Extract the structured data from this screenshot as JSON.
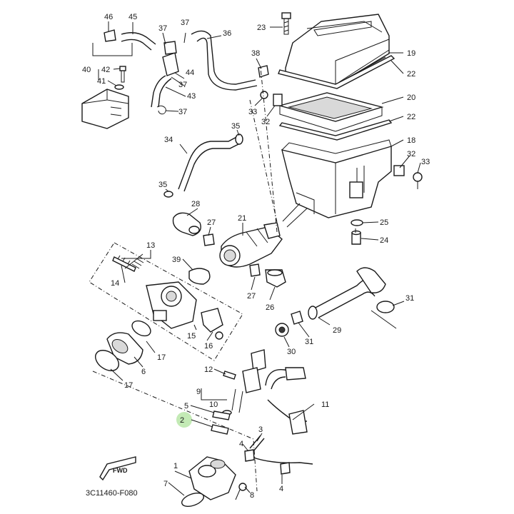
{
  "diagram_code": "3C11460-F080",
  "fwd_label": "FWD",
  "highlight_color": "#b8e6a8",
  "labels": {
    "n1": "1",
    "n2": "2",
    "n3": "3",
    "n4a": "4",
    "n4b": "4",
    "n5": "5",
    "n6": "6",
    "n7": "7",
    "n8": "8",
    "n9": "9",
    "n10": "10",
    "n11": "11",
    "n12": "12",
    "n13": "13",
    "n14": "14",
    "n15": "15",
    "n16": "16",
    "n17a": "17",
    "n17b": "17",
    "n18": "18",
    "n19": "19",
    "n20": "20",
    "n21": "21",
    "n22a": "22",
    "n22b": "22",
    "n23": "23",
    "n24": "24",
    "n25": "25",
    "n26": "26",
    "n27a": "27",
    "n27b": "27",
    "n28": "28",
    "n29": "29",
    "n30": "30",
    "n31a": "31",
    "n31b": "31",
    "n32a": "32",
    "n32b": "32",
    "n33a": "33",
    "n33b": "33",
    "n34": "34",
    "n35a": "35",
    "n35b": "35",
    "n36": "36",
    "n37a": "37",
    "n37b": "37",
    "n37c": "37",
    "n37d": "37",
    "n38": "38",
    "n39": "39",
    "n40": "40",
    "n41": "41",
    "n42": "42",
    "n43": "43",
    "n44": "44",
    "n45": "45",
    "n46": "46"
  }
}
